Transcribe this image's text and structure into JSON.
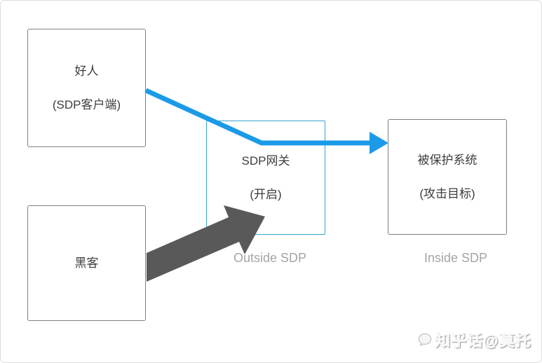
{
  "boxes": {
    "good": {
      "line1": "好人",
      "line2": "(SDP客户端)"
    },
    "hacker": {
      "line1": "黑客"
    },
    "gateway": {
      "line1": "SDP网关",
      "line2": "(开启)"
    },
    "protected": {
      "line1": "被保护系统",
      "line2": "(攻击目标)"
    }
  },
  "zone_labels": {
    "outside": "Outside SDP",
    "inside": "Inside SDP"
  },
  "watermark": {
    "text": "知乎话@莫托"
  },
  "colors": {
    "blue_arrow": "#1b9ae8",
    "gray_arrow": "#595959",
    "gateway_border": "#3aa3cd",
    "box_border": "#7f7f7f",
    "zone_label_text": "#a5a5a5",
    "box_text": "#3d3d3d"
  }
}
